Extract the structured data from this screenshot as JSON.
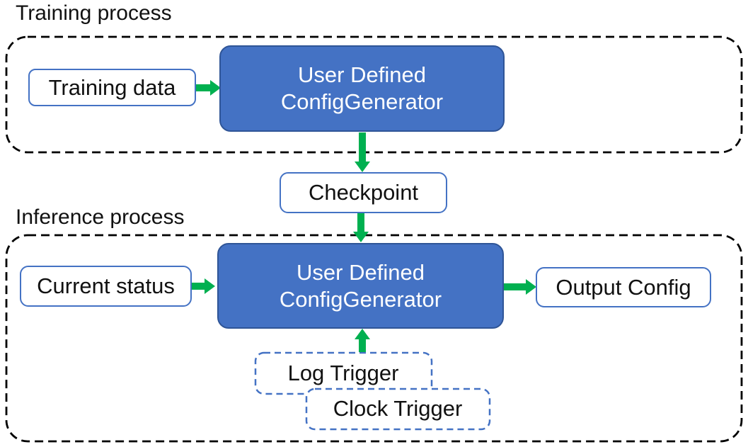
{
  "diagram": {
    "training": {
      "title": "Training process",
      "input_box": "Training data",
      "generator_line1": "User Defined",
      "generator_line2": "ConfigGenerator"
    },
    "checkpoint": "Checkpoint",
    "inference": {
      "title": "Inference process",
      "input_box": "Current status",
      "generator_line1": "User Defined",
      "generator_line2": "ConfigGenerator",
      "output_box": "Output Config",
      "triggers": [
        "Log Trigger",
        "Clock Trigger"
      ]
    }
  },
  "colors": {
    "generator_fill": "#4472C4",
    "generator_border": "#2F5597",
    "io_box_border": "#4472C4",
    "trigger_border": "#4472C4",
    "arrow_green": "#00B050",
    "container_dash": "#000000",
    "text_dark": "#111111",
    "text_light": "#FFFFFF",
    "background": "#FFFFFF"
  }
}
